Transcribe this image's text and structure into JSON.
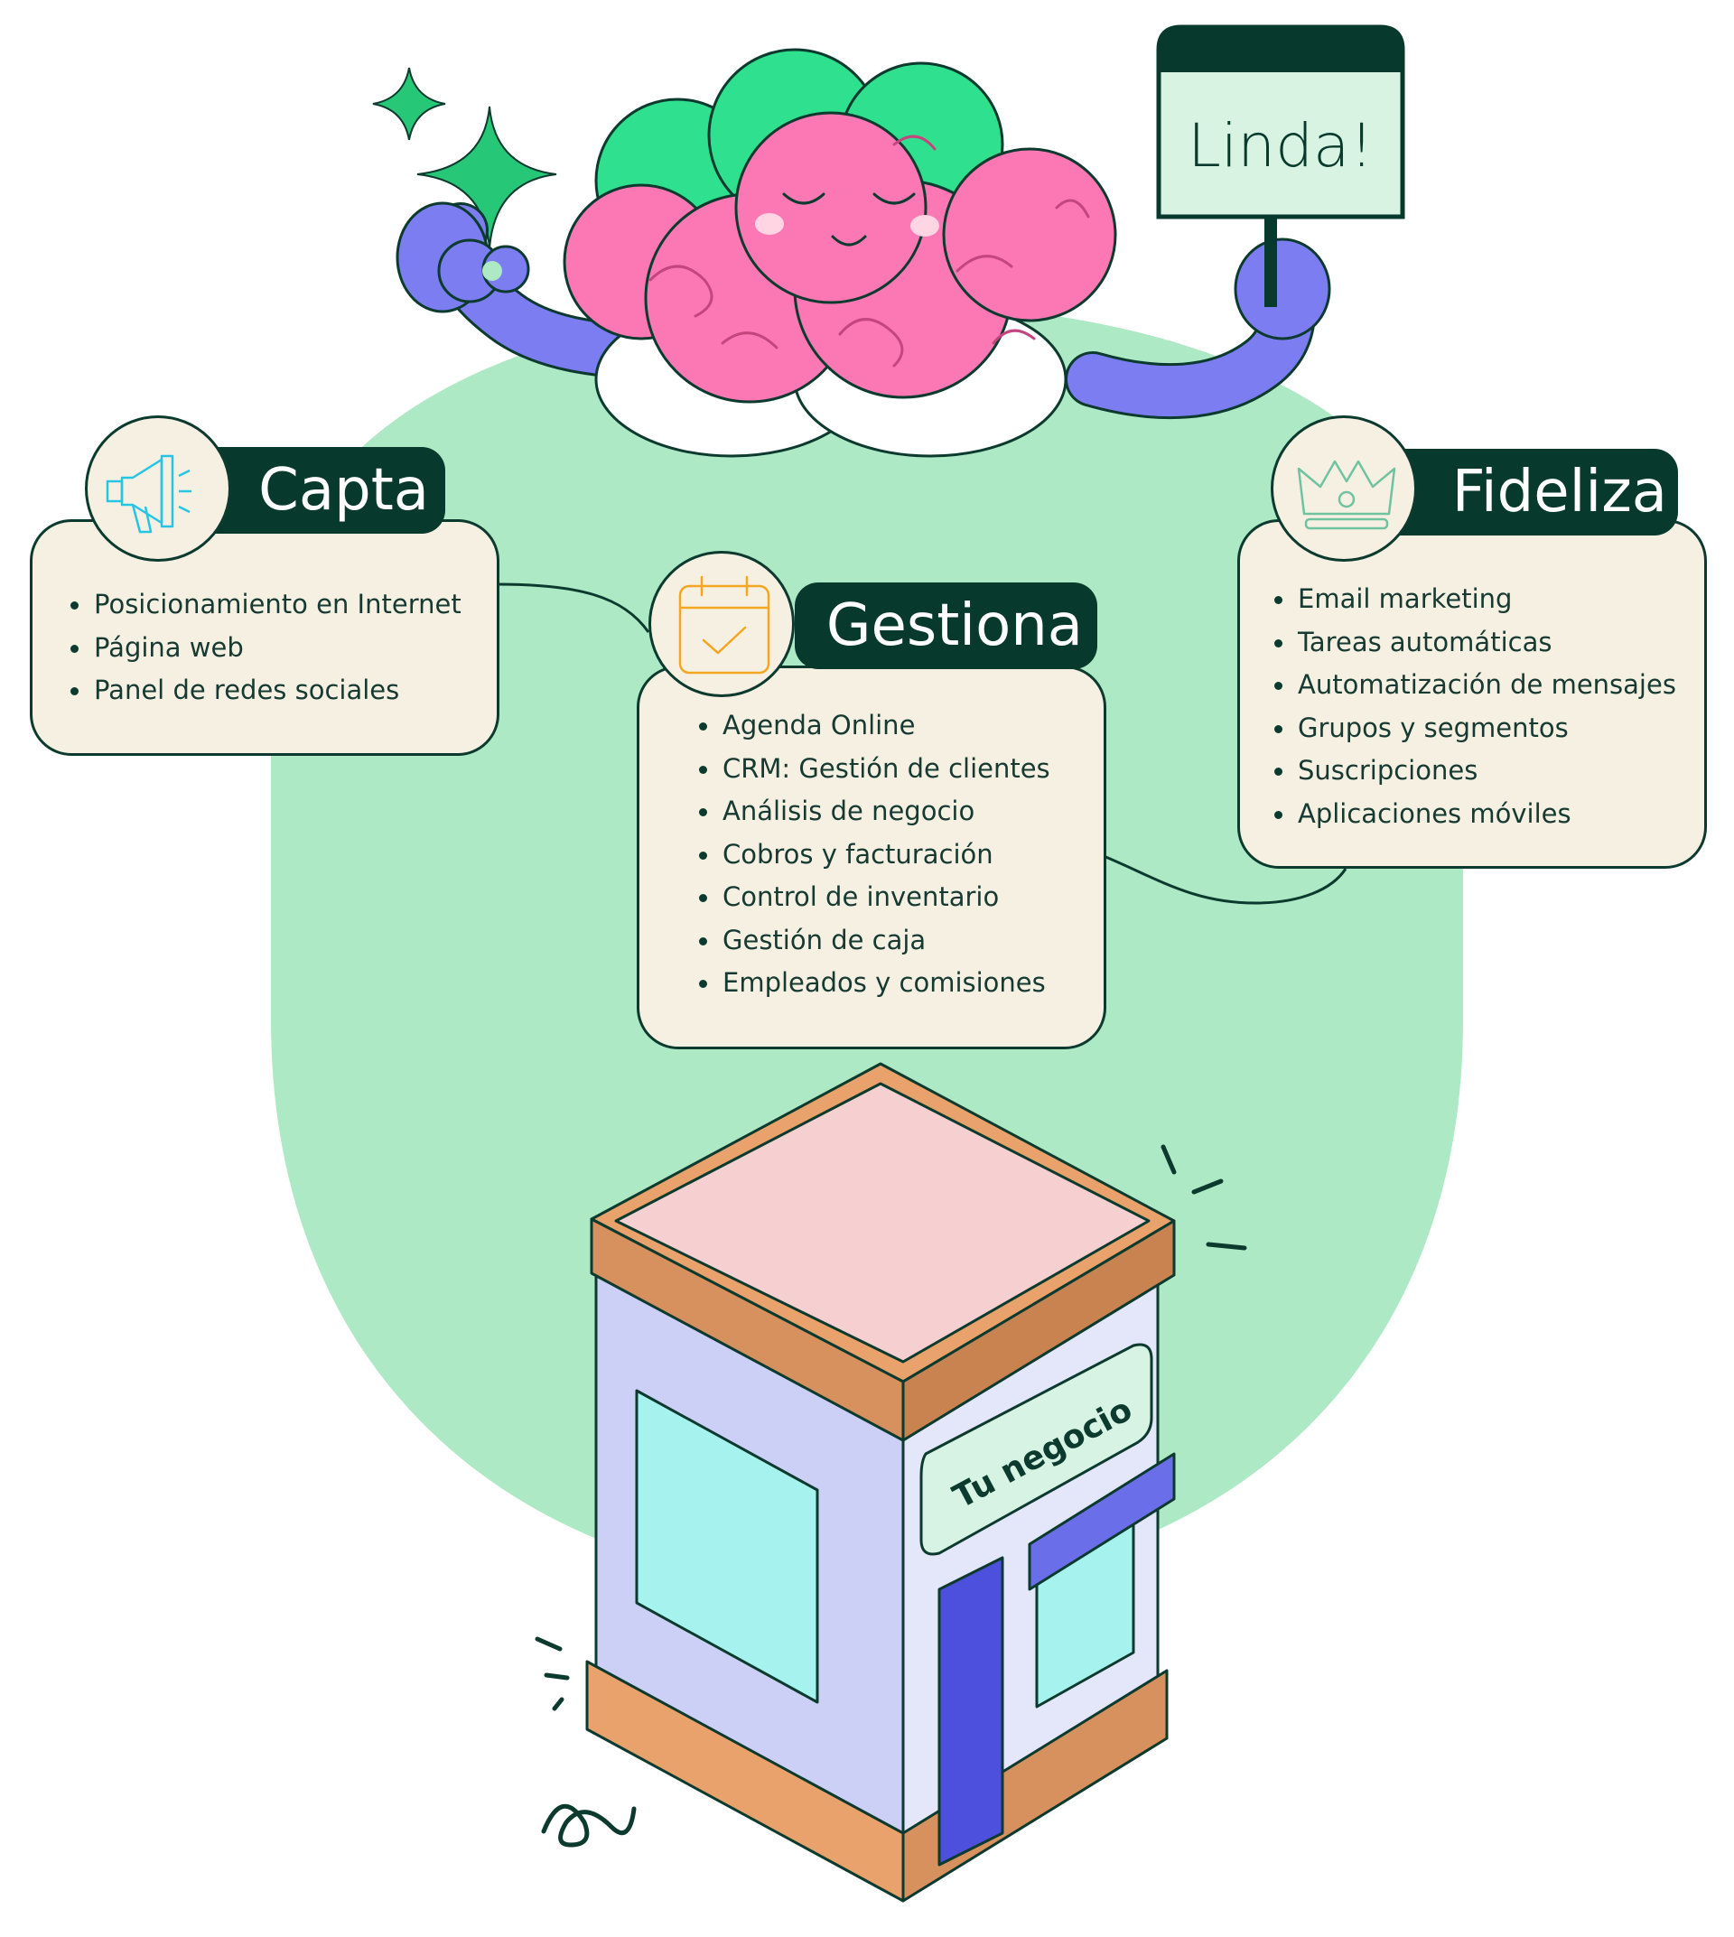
{
  "colors": {
    "blob": "#aee9c6",
    "card_bg": "#f6f0e3",
    "dark_green": "#07392d",
    "brain_pink": "#fb78b4",
    "brain_green": "#2fe08e",
    "arm_purple": "#7b7df0",
    "roof_pink": "#f6d0d0",
    "wall_lavender": "#cdd0f6",
    "trim_orange": "#e9a26b",
    "window_cyan": "#a6f2ee",
    "door_blue": "#4c50dc"
  },
  "mascot": {
    "sign_text": "Linda!"
  },
  "sections": [
    {
      "id": "capta",
      "title": "Capta",
      "icon": "megaphone-icon",
      "items": [
        "Posicionamiento en Internet",
        "Página web",
        "Panel de redes sociales"
      ]
    },
    {
      "id": "gestiona",
      "title": "Gestiona",
      "icon": "calendar-check-icon",
      "items": [
        "Agenda Online",
        "CRM: Gestión de clientes",
        "Análisis de negocio",
        "Cobros y facturación",
        "Control de inventario",
        "Gestión de caja",
        "Empleados y comisiones"
      ]
    },
    {
      "id": "fideliza",
      "title": "Fideliza",
      "icon": "crown-icon",
      "items": [
        "Email marketing",
        "Tareas automáticas",
        "Automatización de mensajes",
        "Grupos y segmentos",
        "Suscripciones",
        "Aplicaciones móviles"
      ]
    }
  ],
  "store": {
    "sign_text": "Tu negocio"
  }
}
